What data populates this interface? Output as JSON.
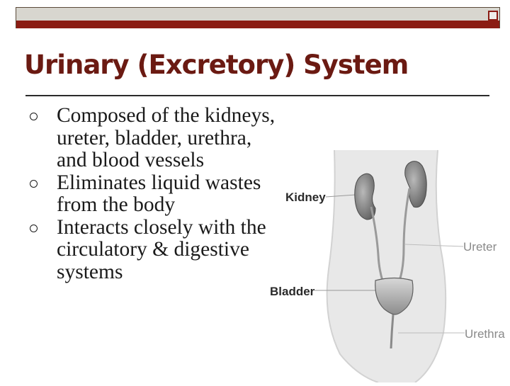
{
  "slide": {
    "title": "Urinary (Excretory) System",
    "bullets": [
      "Composed of the kidneys, ureter, bladder, urethra, and blood vessels",
      "Eliminates liquid wastes from the body",
      "Interacts closely with the circulatory & digestive systems"
    ]
  },
  "figure": {
    "labels": {
      "kidney": "Kidney",
      "ureter": "Ureter",
      "bladder": "Bladder",
      "urethra": "Urethra"
    }
  },
  "colors": {
    "title": "#6b1a12",
    "accent": "#8b1c13",
    "bar": "#d8d6cf"
  }
}
